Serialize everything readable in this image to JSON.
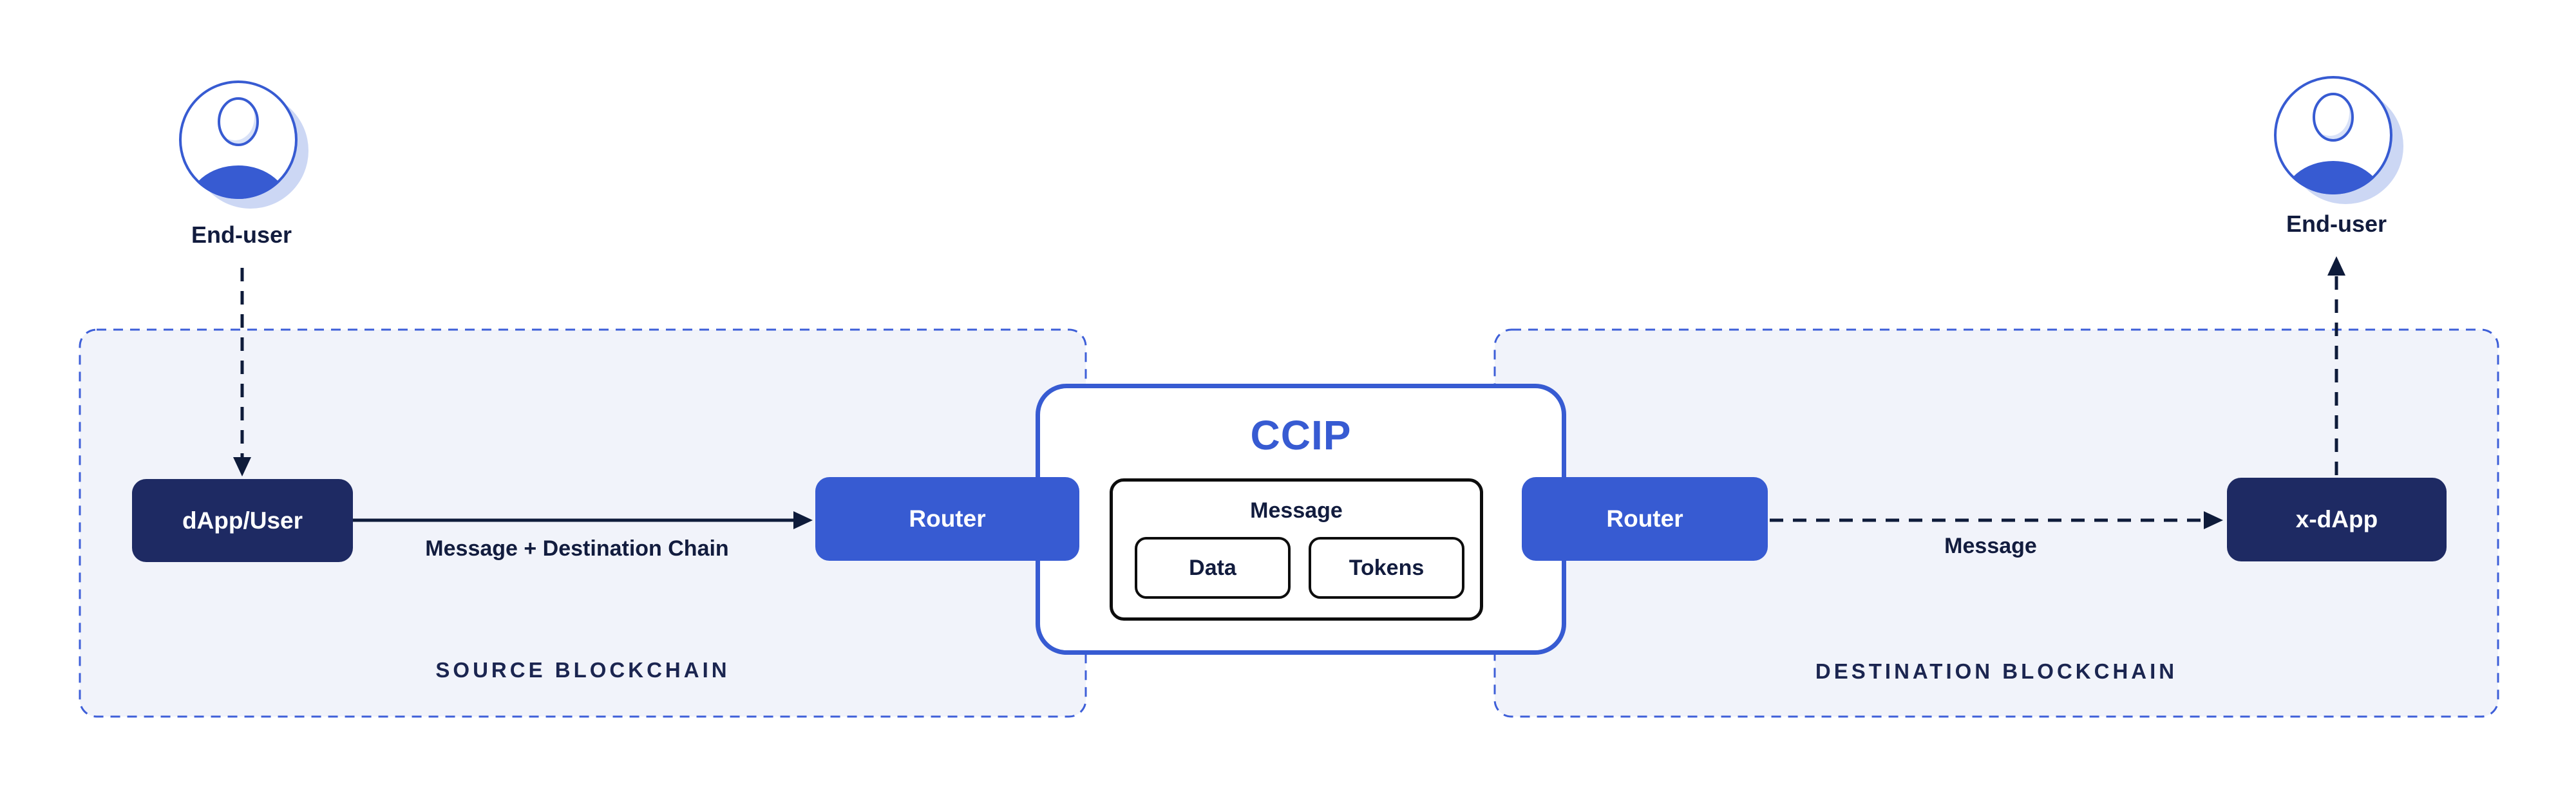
{
  "colors": {
    "brand_blue": "#375BD2",
    "dark_navy": "#1E2A63",
    "text_navy": "#121C3E",
    "arrow": "#0E1B3A",
    "region_fill": "#F1F3FA",
    "region_border": "#3E5FD8",
    "icon_shadow": "#CCD7F4",
    "box_border_black": "#0d0d0d",
    "white": "#FFFFFF"
  },
  "actors": {
    "source_end_user": {
      "label": "End-user"
    },
    "destination_end_user": {
      "label": "End-user"
    }
  },
  "source_region": {
    "label": "SOURCE BLOCKCHAIN",
    "dapp_label": "dApp/User",
    "router_label": "Router"
  },
  "ccip": {
    "title": "CCIP",
    "message_label": "Message",
    "data_label": "Data",
    "tokens_label": "Tokens"
  },
  "destination_region": {
    "label": "DESTINATION BLOCKCHAIN",
    "router_label": "Router",
    "xdapp_label": "x-dApp"
  },
  "edges": {
    "end_user_to_dapp": {
      "style": "dashed-down-arrow"
    },
    "dapp_to_router": {
      "label": "Message + Destination Chain",
      "style": "solid-arrow"
    },
    "router_to_xdapp": {
      "label": "Message",
      "style": "dashed-arrow"
    },
    "xdapp_to_end_user": {
      "style": "dashed-up-arrow"
    }
  }
}
